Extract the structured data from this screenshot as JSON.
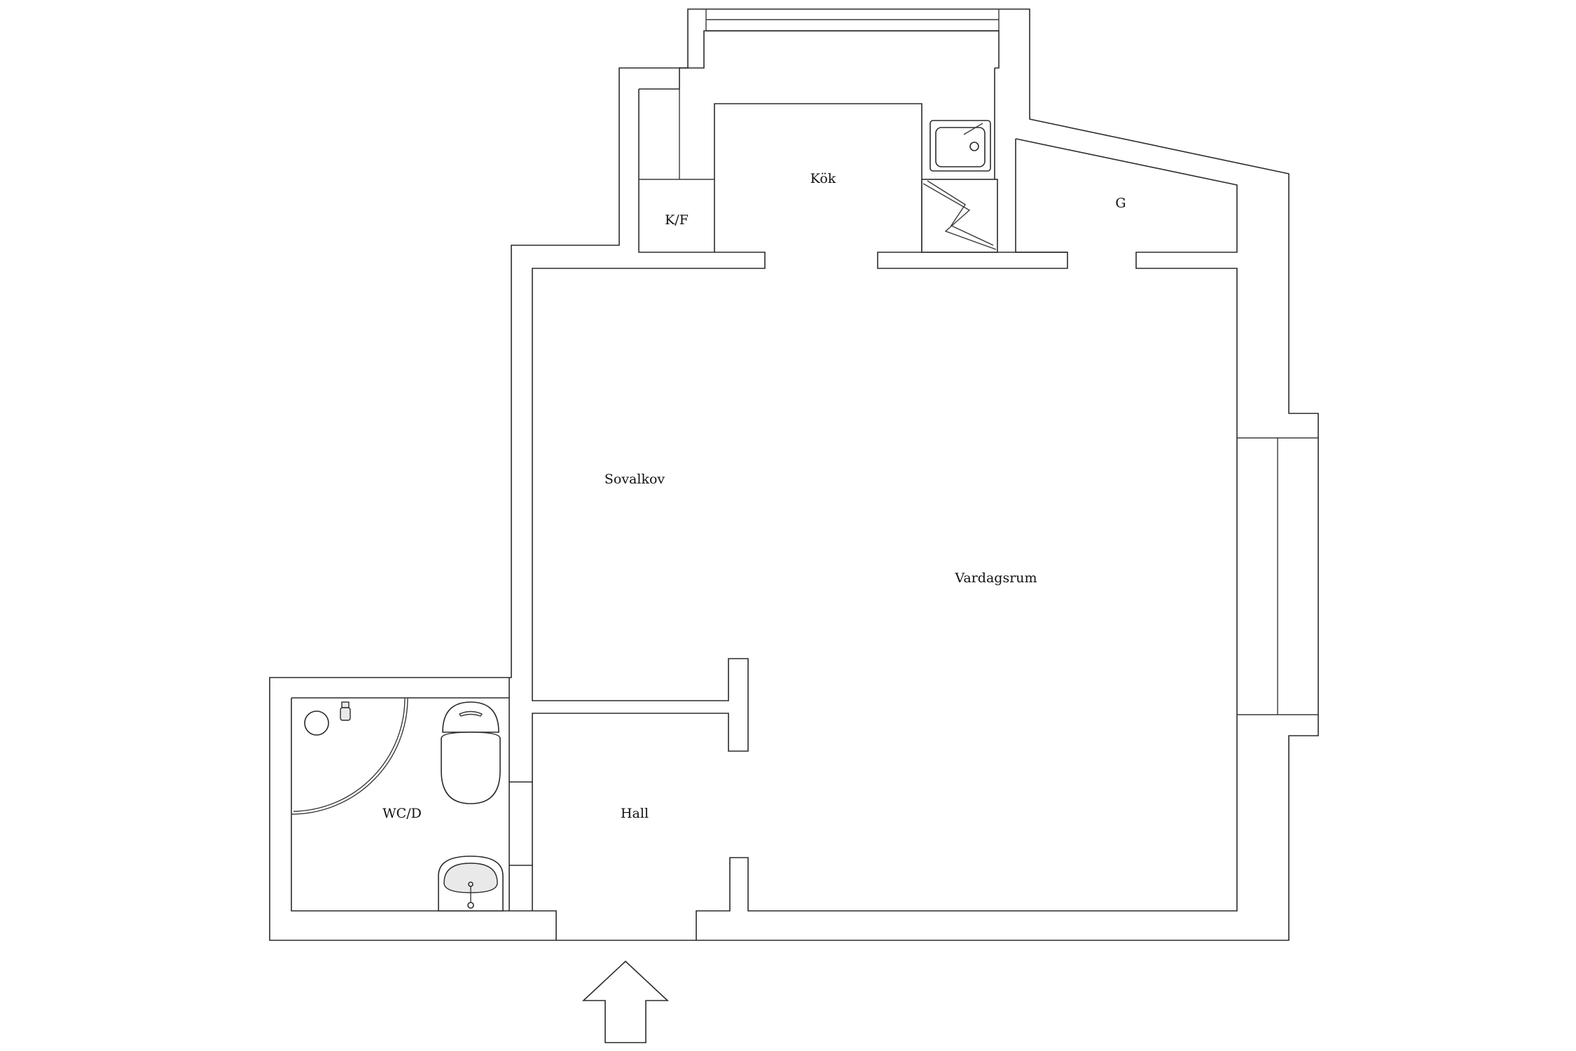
{
  "rooms": {
    "kok": "Kök",
    "kf": "K/F",
    "g": "G",
    "sovalkov": "Sovalkov",
    "vardagsrum": "Vardagsrum",
    "wcd": "WC/D",
    "hall": "Hall"
  },
  "icons": {
    "entrance": "entrance-arrow-icon",
    "sink": "kitchen-sink-icon",
    "stove": "stove-icon",
    "toilet": "toilet-icon",
    "basin": "wash-basin-icon",
    "shower": "shower-icon"
  },
  "colors": {
    "line": "#2b2b2b",
    "background": "#ffffff"
  }
}
